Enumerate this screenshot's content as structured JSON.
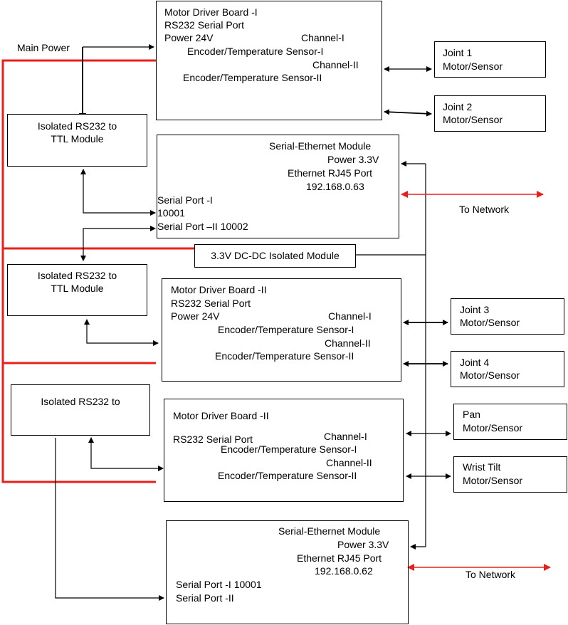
{
  "colors": {
    "power_line": "#e8201c",
    "network_arrow": "#e8201c",
    "wire": "#000000"
  },
  "labels": {
    "main_power": "Main Power",
    "to_network_1": "To Network",
    "to_network_2": "To Network"
  },
  "blocks": {
    "mdb1": {
      "title": "Motor Driver Board -I",
      "serial": "RS232 Serial Port",
      "power": "Power 24V",
      "channel1": "Channel-I",
      "enc1": "Encoder/Temperature Sensor-I",
      "channel2": "Channel-II",
      "enc2": "Encoder/Temperature Sensor-II"
    },
    "iso1": {
      "line1": "Isolated RS232 to",
      "line2": "TTL Module"
    },
    "se1": {
      "title": "Serial-Ethernet Module",
      "power": "Power 3.3V",
      "port": "Ethernet RJ45 Port",
      "ip": "192.168.0.63",
      "serial1": "Serial Port -I",
      "serial1_port": "10001",
      "serial2": "Serial Port –II  10002"
    },
    "dcdc": {
      "label": "3.3V DC-DC Isolated Module"
    },
    "iso2": {
      "line1": "Isolated RS232 to",
      "line2": "TTL Module"
    },
    "mdb2": {
      "title": "Motor Driver Board -II",
      "serial": "RS232 Serial Port",
      "power": "Power 24V",
      "channel1": "Channel-I",
      "enc1": "Encoder/Temperature Sensor-I",
      "channel2": "Channel-II",
      "enc2": "Encoder/Temperature Sensor-II"
    },
    "iso3": {
      "line1": "Isolated RS232 to"
    },
    "mdb3": {
      "title": "Motor Driver Board -II",
      "serial": "RS232 Serial Port",
      "channel1": "Channel-I",
      "enc1": "Encoder/Temperature Sensor-I",
      "channel2": "Channel-II",
      "enc2": "Encoder/Temperature Sensor-II"
    },
    "se2": {
      "title": "Serial-Ethernet Module",
      "power": "Power 3.3V",
      "port": "Ethernet RJ45 Port",
      "ip": "192.168.0.62",
      "serial1": "Serial Port -I 10001",
      "serial2": "Serial Port -II"
    }
  },
  "joints": [
    {
      "line1": "Joint 1",
      "line2": "Motor/Sensor"
    },
    {
      "line1": "Joint 2",
      "line2": "Motor/Sensor"
    },
    {
      "line1": "Joint 3",
      "line2": "Motor/Sensor"
    },
    {
      "line1": "Joint 4",
      "line2": "Motor/Sensor"
    },
    {
      "line1": "Pan",
      "line2": "Motor/Sensor"
    },
    {
      "line1": "Wrist Tilt",
      "line2": "Motor/Sensor"
    }
  ]
}
